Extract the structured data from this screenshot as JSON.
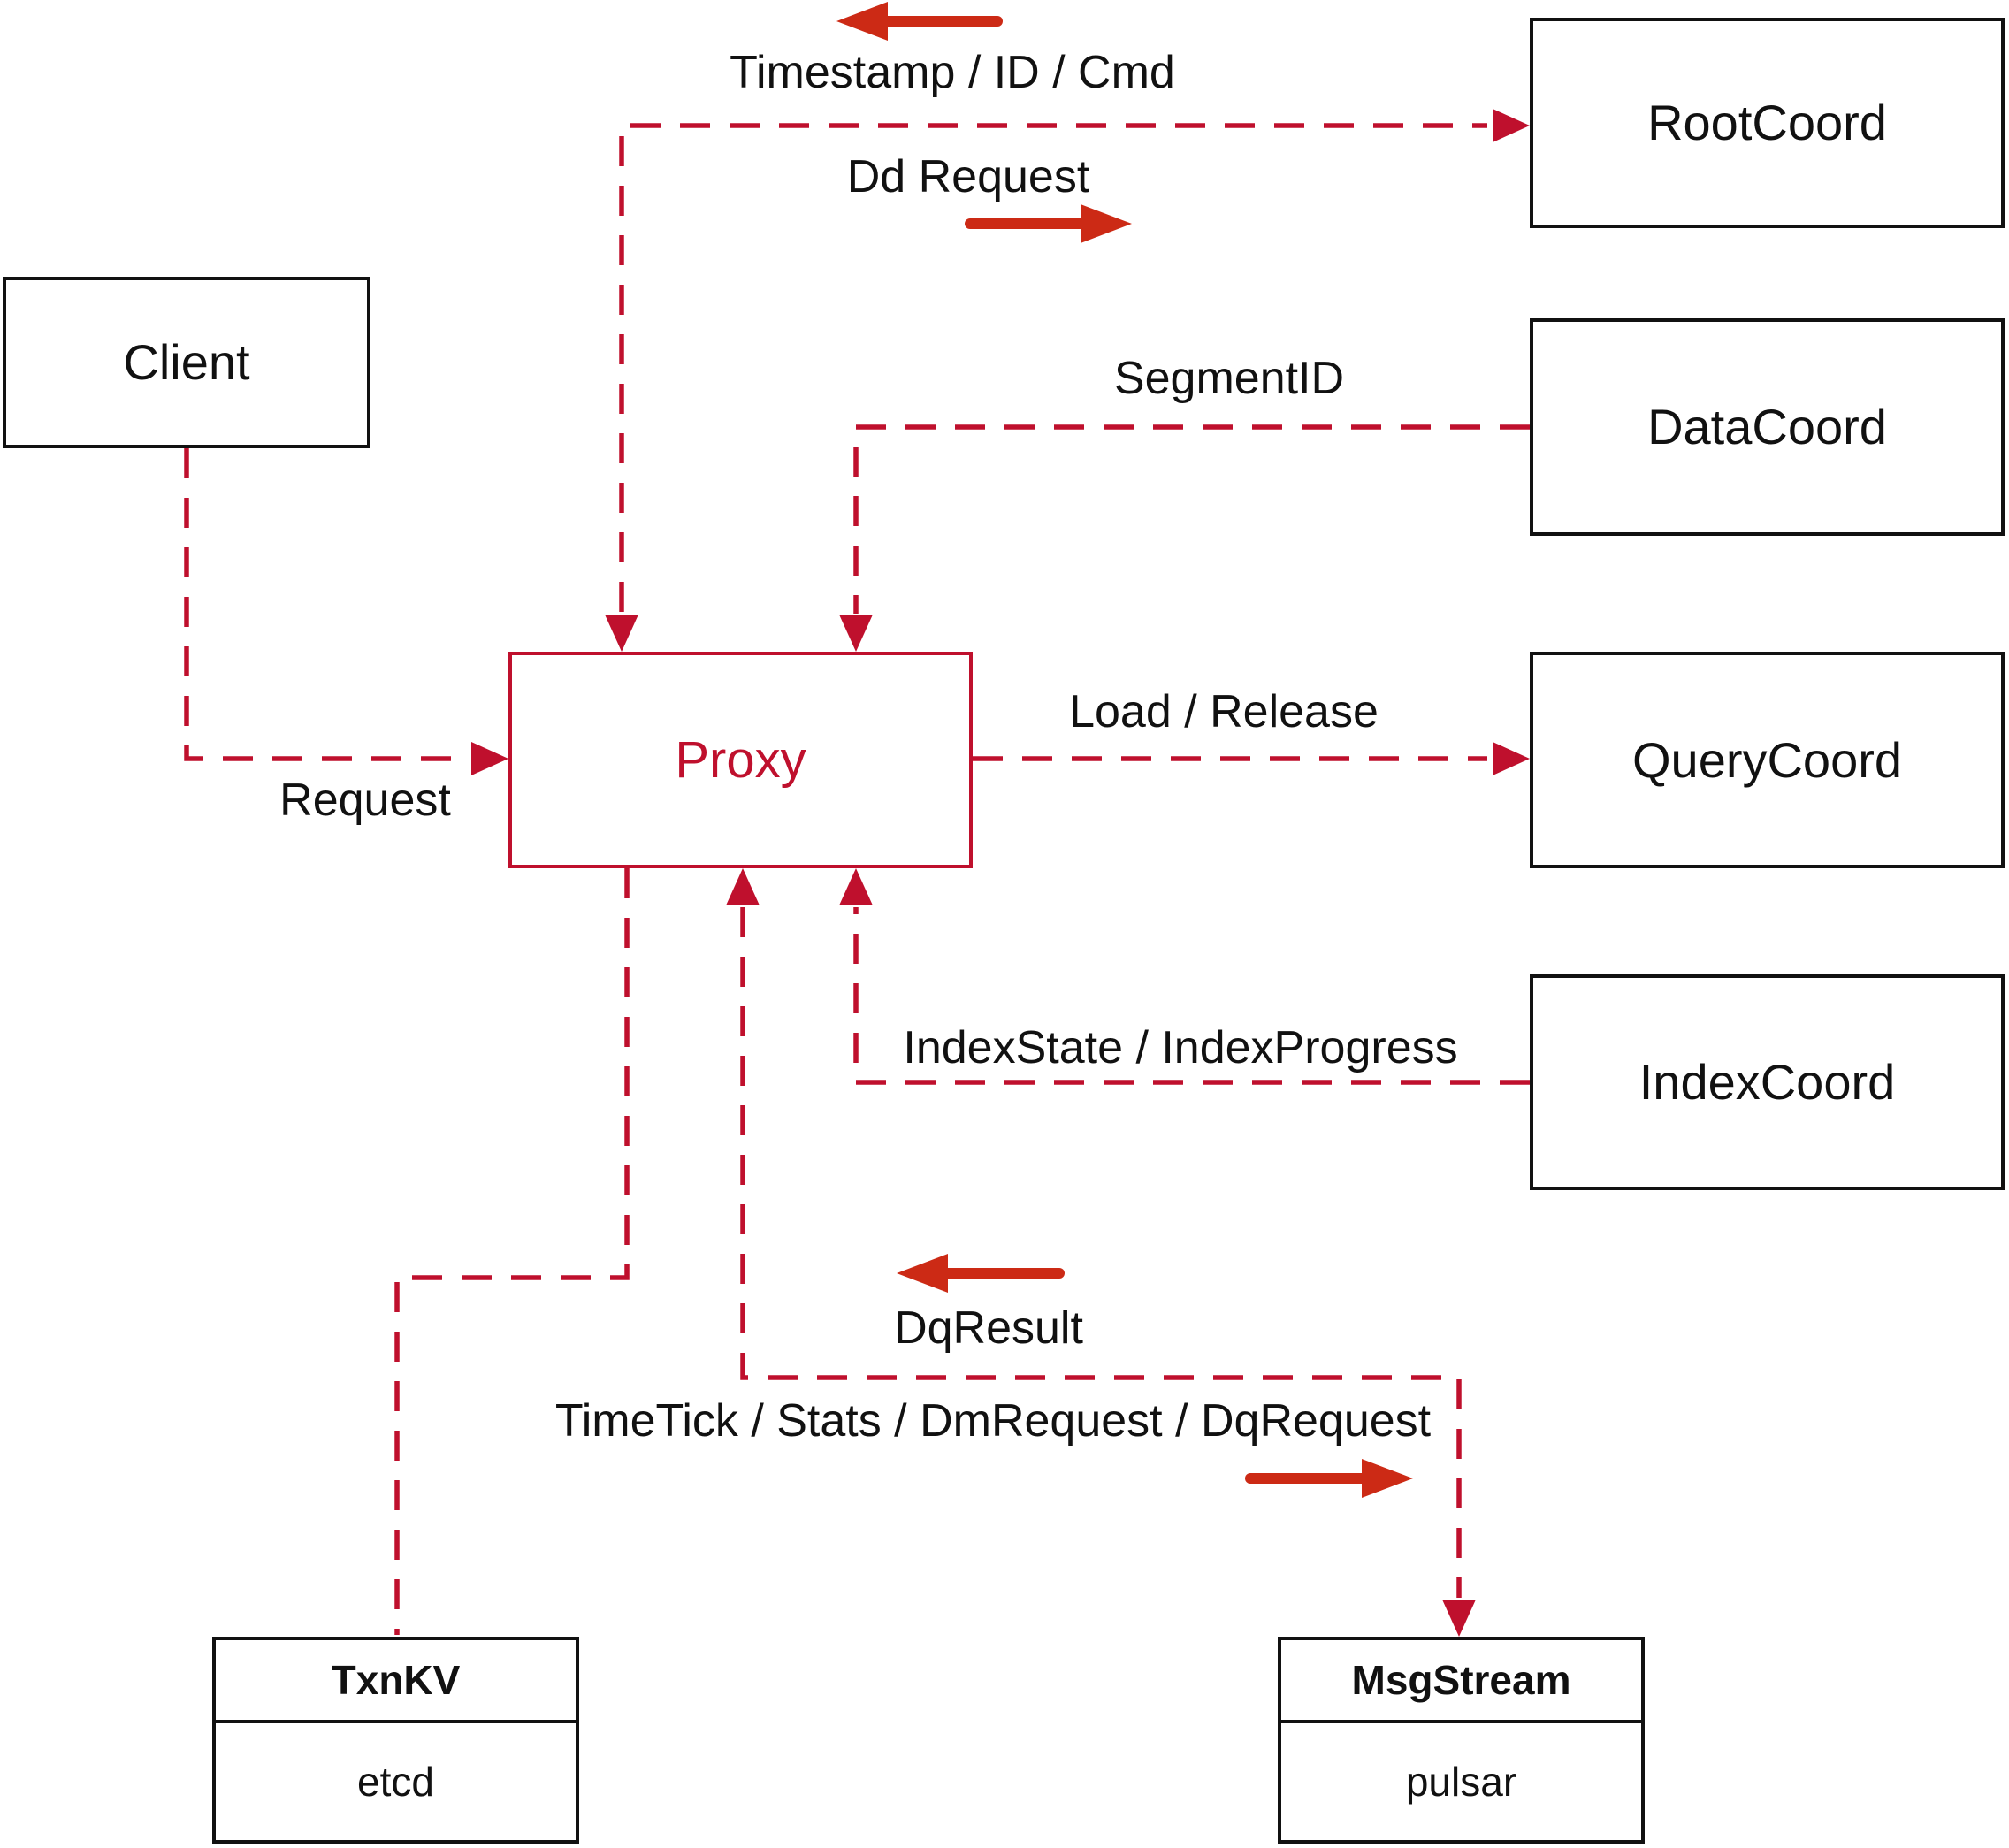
{
  "nodes": {
    "client": {
      "label": "Client"
    },
    "proxy": {
      "label": "Proxy"
    },
    "rootcoord": {
      "label": "RootCoord"
    },
    "datacoord": {
      "label": "DataCoord"
    },
    "querycoord": {
      "label": "QueryCoord"
    },
    "indexcoord": {
      "label": "IndexCoord"
    },
    "txnkv": {
      "title": "TxnKV",
      "subtitle": "etcd"
    },
    "msgstream": {
      "title": "MsgStream",
      "subtitle": "pulsar"
    }
  },
  "edge_labels": {
    "timestamp_id_cmd": "Timestamp / ID / Cmd",
    "dd_request": "Dd Request",
    "segment_id": "SegmentID",
    "load_release": "Load / Release",
    "index_state": "IndexState / IndexProgress",
    "request": "Request",
    "dq_result": "DqResult",
    "timetick": "TimeTick / Stats / DmRequest / DqRequest"
  },
  "colors": {
    "connector_dashed": "#bf102d",
    "arrow_solid": "#cc2a15",
    "box_border": "#111111",
    "text": "#111111",
    "proxy_accent": "#bf102d",
    "background": "#ffffff"
  }
}
